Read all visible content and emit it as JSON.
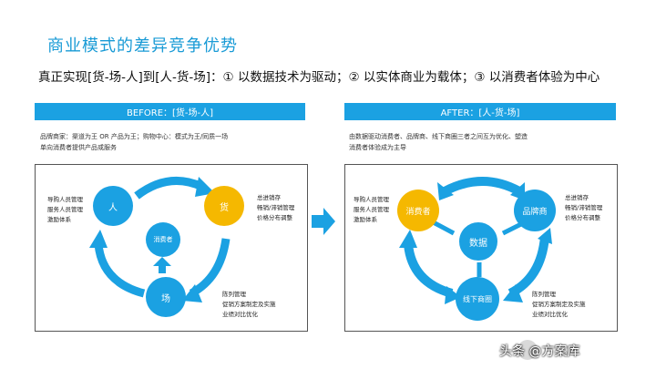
{
  "title": "商业模式的差异竞争优势",
  "subtitle": "真正实现[货-场-人]到[人-货-场]：① 以数据技术为驱动；② 以实体商业为载体；③ 以消费者体验为中心",
  "before": {
    "band": "BEFORE：[货-场-人]",
    "desc": [
      "品牌商家：渠道为王 OR 产品为王；购物中心：模式为王/同质一场",
      "单向消费者提供产品或服务"
    ],
    "nodes": {
      "person": "人",
      "goods": "货",
      "consumer": "消费者",
      "place": "场"
    },
    "note_left": [
      "导购人员管理",
      "服务人员管理",
      "激励体系"
    ],
    "note_right": [
      "总进销存",
      "畅销/滞销管理",
      "价格分布调整"
    ],
    "note_bottom": [
      "陈列管理",
      "促销方案制定及实施",
      "业绩对比优化"
    ]
  },
  "after": {
    "band": "AFTER：[人-货-场]",
    "desc": [
      "由数据驱动消费者、品牌商、线下商圈三者之间互为优化、塑造",
      "消费者体验成为主导"
    ],
    "nodes": {
      "consumer": "消费者",
      "brand": "品牌商",
      "data": "数据",
      "offline": "线下商圈"
    },
    "note_left": [
      "导购人员管理",
      "服务人员管理",
      "激励体系"
    ],
    "note_right": [
      "总进销存",
      "畅销/滞销管理",
      "价格分布调整"
    ],
    "note_bottom": [
      "陈列管理",
      "促销方案制定及实施",
      "业绩对比优化"
    ]
  },
  "watermark": "头条 @方案库",
  "colors": {
    "accent": "#1ba1e2",
    "gold": "#f5b800",
    "title": "#1a9bd6"
  }
}
